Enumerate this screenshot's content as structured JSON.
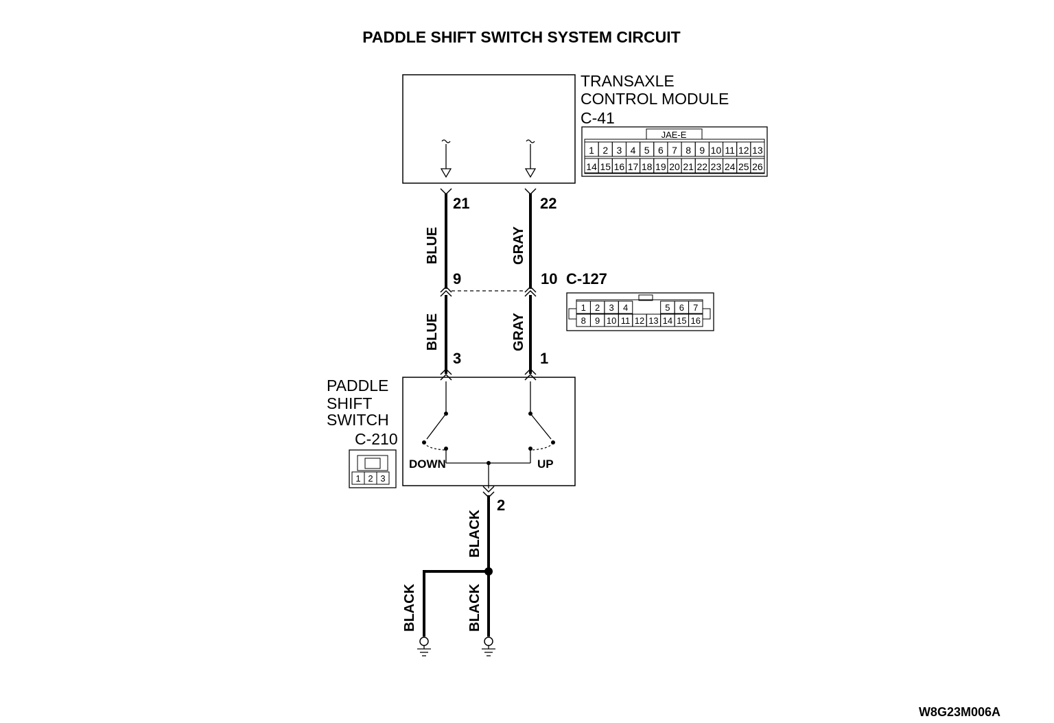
{
  "title": "PADDLE SHIFT SWITCH SYSTEM CIRCUIT",
  "figure_id": "W8G23M006A",
  "tcm": {
    "name_line1": "TRANSAXLE",
    "name_line2": "CONTROL MODULE",
    "connector": "C-41",
    "connector_type": "JAE-E",
    "pins_row1": [
      "1",
      "2",
      "3",
      "4",
      "5",
      "6",
      "7",
      "8",
      "9",
      "10",
      "11",
      "12",
      "13"
    ],
    "pins_row2": [
      "14",
      "15",
      "16",
      "17",
      "18",
      "19",
      "20",
      "21",
      "22",
      "23",
      "24",
      "25",
      "26"
    ],
    "pin_left": "21",
    "pin_right": "22"
  },
  "junction": {
    "connector": "C-127",
    "pin_left": "9",
    "pin_right": "10",
    "pins_row1": [
      "1",
      "2",
      "3",
      "4",
      "5",
      "6",
      "7"
    ],
    "pins_row2": [
      "8",
      "9",
      "10",
      "11",
      "12",
      "13",
      "14",
      "15",
      "16"
    ]
  },
  "switch": {
    "name_line1": "PADDLE",
    "name_line2": "SHIFT",
    "name_line3": "SWITCH",
    "connector": "C-210",
    "pins": [
      "1",
      "2",
      "3"
    ],
    "pin_left": "3",
    "pin_right": "1",
    "pin_bottom": "2",
    "down_label": "DOWN",
    "up_label": "UP"
  },
  "wires": {
    "upper_left": "BLUE",
    "upper_right": "GRAY",
    "lower_left": "BLUE",
    "lower_right": "GRAY",
    "ground_main": "BLACK",
    "ground_left": "BLACK",
    "ground_right": "BLACK"
  }
}
